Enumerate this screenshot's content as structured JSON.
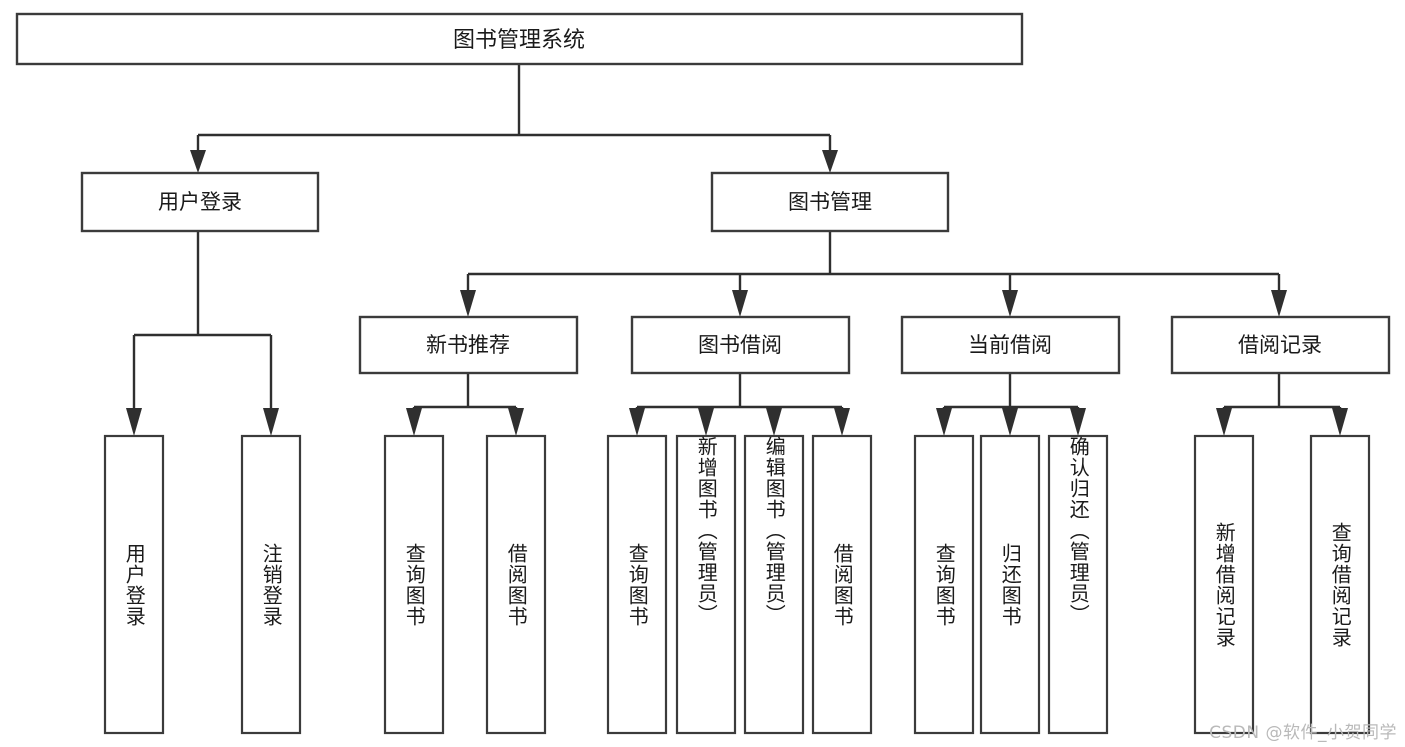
{
  "diagram": {
    "type": "tree-hierarchy",
    "title": "图书管理系统",
    "colors": {
      "box_stroke": "#3b3b3b",
      "connector": "#2f2f2f",
      "box_fill": "#ffffff",
      "text": "#1a1a1a",
      "watermark": "#b9b9b9",
      "background": "#ffffff"
    },
    "root": {
      "label": "图书管理系统",
      "level": 1
    },
    "level2": [
      {
        "label": "用户登录"
      },
      {
        "label": "图书管理"
      }
    ],
    "level3": [
      {
        "label": "新书推荐"
      },
      {
        "label": "图书借阅"
      },
      {
        "label": "当前借阅"
      },
      {
        "label": "借阅记录"
      }
    ],
    "leaves": {
      "user_login": [
        {
          "label": "用户登录"
        },
        {
          "label": "注销登录"
        }
      ],
      "new_book_recommend": [
        {
          "label": "查询图书"
        },
        {
          "label": "借阅图书"
        }
      ],
      "book_borrow": [
        {
          "label": "查询图书"
        },
        {
          "label": "新增图书（管理员）"
        },
        {
          "label": "编辑图书（管理员）"
        },
        {
          "label": "借阅图书"
        }
      ],
      "current_borrow": [
        {
          "label": "查询图书"
        },
        {
          "label": "归还图书"
        },
        {
          "label": "确认归还（管理员）"
        }
      ],
      "borrow_records": [
        {
          "label": "新增借阅记录"
        },
        {
          "label": "查询借阅记录"
        }
      ]
    }
  },
  "watermark": {
    "text": "CSDN @软件_小贺同学"
  }
}
